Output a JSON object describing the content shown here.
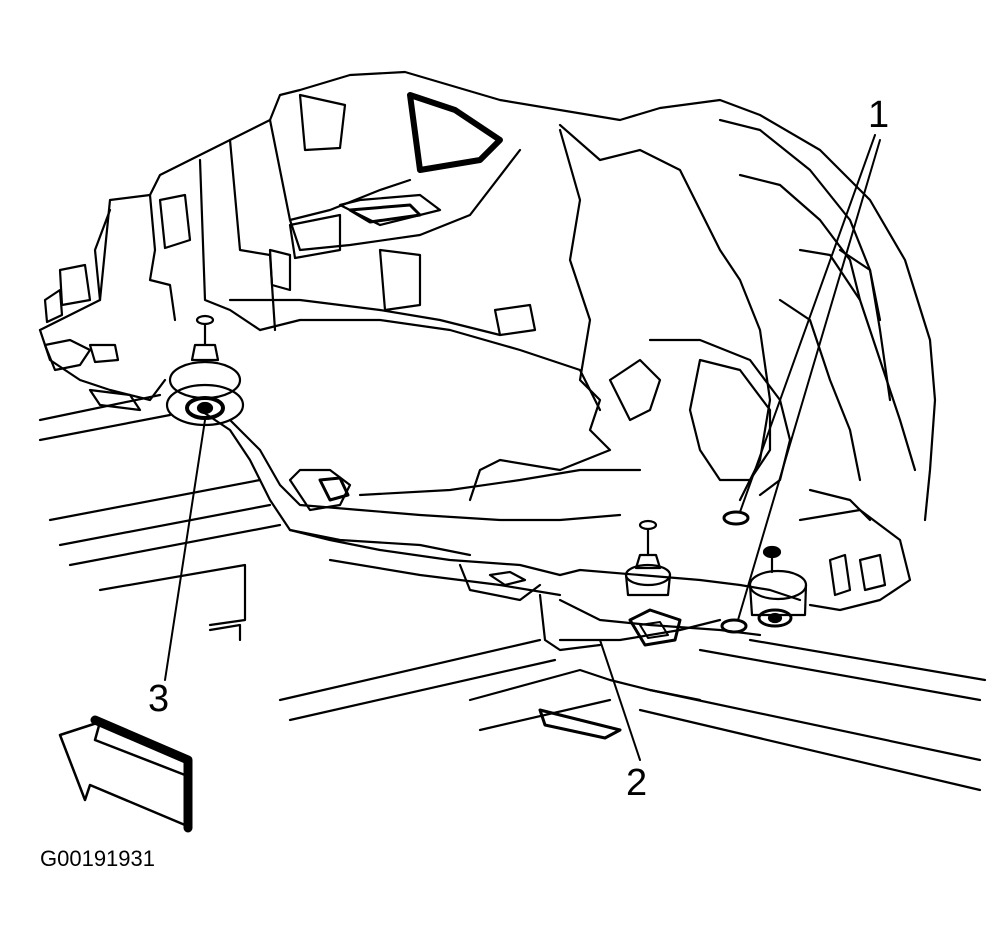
{
  "diagram": {
    "callouts": [
      {
        "id": "1"
      },
      {
        "id": "2"
      },
      {
        "id": "3"
      }
    ],
    "figure_id": "G00191931",
    "colors": {
      "line": "#000000",
      "background": "#ffffff"
    },
    "direction_indicator": "front-arrow-icon"
  }
}
